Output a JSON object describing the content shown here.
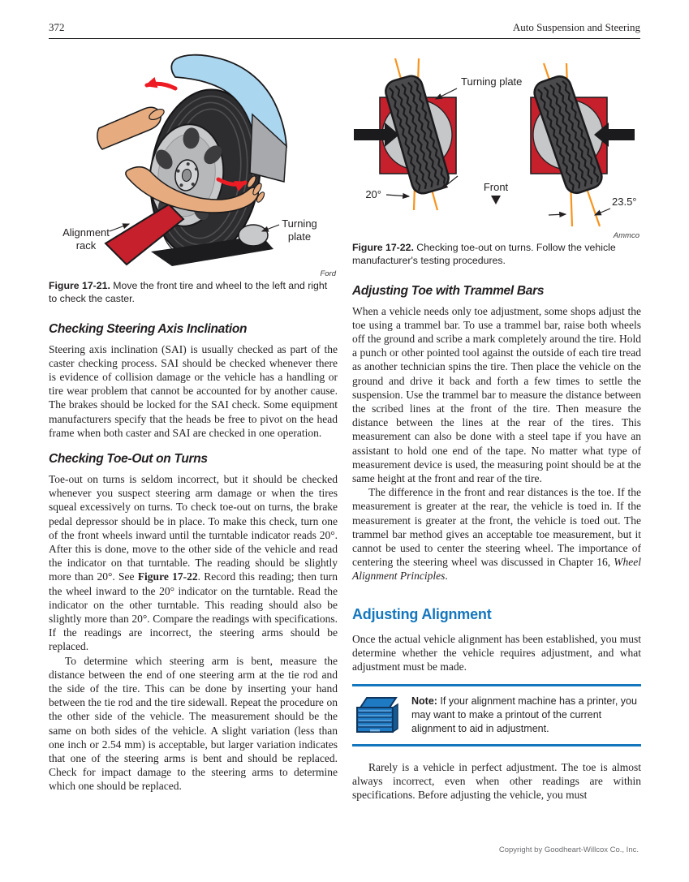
{
  "header": {
    "page_number": "372",
    "running_title": "Auto Suspension and Steering"
  },
  "colors": {
    "accent_blue": "#1476bd",
    "plate_red": "#c5202b",
    "line_orange": "#f7941e",
    "arrow_red": "#ed1c24"
  },
  "figure21": {
    "labels": {
      "alignment_rack_line1": "Alignment",
      "alignment_rack_line2": "rack",
      "turning_plate_line1": "Turning",
      "turning_plate_line2": "plate"
    },
    "credit": "Ford",
    "caption_label": "Figure 17-21.",
    "caption_text": " Move the front tire and wheel to the left and right to check the caster."
  },
  "figure22": {
    "labels": {
      "turning_plate": "Turning plate",
      "front": "Front",
      "angle_left": "20°",
      "angle_right": "23.5°"
    },
    "credit": "Ammco",
    "caption_label": "Figure 17-22.",
    "caption_text": " Checking toe-out on turns. Follow the vehicle manufacturer's testing procedures."
  },
  "sections": {
    "sai": {
      "heading": "Checking Steering Axis Inclination",
      "para1": "Steering axis inclination (SAI) is usually checked as part of the caster checking process. SAI should be checked whenever there is evidence of collision damage or the vehicle has a handling or tire wear problem that cannot be accounted for by another cause. The brakes should be locked for the SAI check. Some equipment manufacturers specify that the heads be free to pivot on the head frame when both caster and SAI are checked in one operation."
    },
    "toe_out": {
      "heading": "Checking Toe-Out on Turns",
      "para1_before": "Toe-out on turns is seldom incorrect, but it should be checked whenever you suspect steering arm damage or when the tires squeal excessively on turns. To check toe-out on turns, the brake pedal depressor should be in place. To make this check, turn one of the front wheels inward until the turntable indicator reads 20°. After this is done, move to the other side of the vehicle and read the indicator on that turntable. The reading should be slightly more than 20°. See ",
      "para1_bold": "Figure 17-22",
      "para1_after": ". Record this reading; then turn the wheel inward to the 20° indicator on the turntable. Read the indicator on the other turntable. This reading should also be slightly more than 20°. Compare the readings with specifications. If the readings are incorrect, the steering arms should be replaced.",
      "para2": "To determine which steering arm is bent, measure the distance between the end of one steering arm at the tie rod and the side of the tire. This can be done by inserting your hand between the tie rod and the tire sidewall. Repeat the procedure on the other side of the vehicle. The measurement should be the same on both sides of the vehicle. A slight variation (less than one inch or 2.54 mm) is acceptable, but larger variation indicates that one of the steering arms is bent and should be replaced. Check for impact damage to the steering arms to determine which one should be replaced."
    },
    "trammel": {
      "heading": "Adjusting Toe with Trammel Bars",
      "para1": "When a vehicle needs only toe adjustment, some shops adjust the toe using a trammel bar. To use a trammel bar, raise both wheels off the ground and scribe a mark completely around the tire. Hold a punch or other pointed tool against the outside of each tire tread as another technician spins the tire. Then place the vehicle on the ground and drive it back and forth a few times to settle the suspension. Use the trammel bar to measure the distance between the scribed lines at the front of the tire. Then measure the distance between the lines at the rear of the tires. This measurement can also be done with a steel tape if you have an assistant to hold one end of the tape. No matter what type of measurement device is used, the measuring point should be at the same height at the front and rear of the tire.",
      "para2_before": "The difference in the front and rear distances is the toe. If the measurement is greater at the rear, the vehicle is toed in. If the measurement is greater at the front, the vehicle is toed out. The trammel bar method gives an acceptable toe measurement, but it cannot be used to center the steering wheel. The importance of centering the steering wheel was discussed in Chapter 16, ",
      "para2_italic": "Wheel Alignment Principles",
      "para2_after": "."
    },
    "adjusting": {
      "heading": "Adjusting Alignment",
      "para1": "Once the actual vehicle alignment has been established, you must determine whether the vehicle requires adjustment, and what adjustment must be made.",
      "para2": "Rarely is a vehicle in perfect adjustment. The toe is almost always incorrect, even when other readings are within specifications. Before adjusting the vehicle, you must"
    }
  },
  "note": {
    "label": "Note:",
    "text": " If your alignment machine has a printer, you may want to make a printout of the current alignment to aid in adjustment."
  },
  "footer": {
    "copyright": "Copyright by Goodheart-Willcox Co., Inc."
  }
}
